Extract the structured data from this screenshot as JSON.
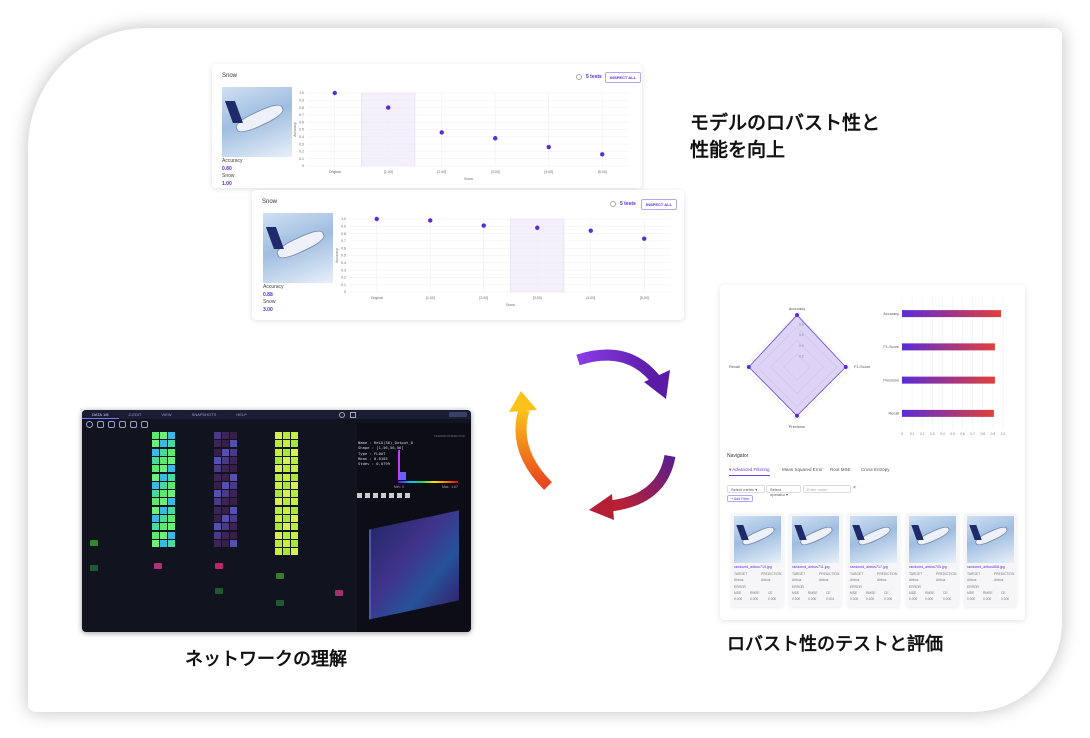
{
  "headings": {
    "robustness_performance": [
      "モデルのロバスト性と",
      "性能を向上"
    ],
    "robustness_testing": "ロバスト性のテストと評価",
    "network_understanding": "ネットワークの理解"
  },
  "colors": {
    "accent": "#5b2bd6",
    "highlight": "#f3effb",
    "arrow_top": "#6a1fb8",
    "arrow_left": "#f59e0b",
    "arrow_bottom": "#9b1c3a"
  },
  "test_cards": [
    {
      "title": "Snow",
      "tests": "5 tests",
      "inspect_label": "INSPECT ALL",
      "meta": {
        "k1": "Accuracy",
        "v1": "0.80",
        "k2": "Snow",
        "v2": "1.00"
      },
      "icon": "info-icon",
      "chart": {
        "type": "scatter",
        "xlabel": "Snow",
        "ylabel": "Accuracy",
        "categories": [
          "Original",
          "[1.00]",
          "[2.00]",
          "[3.00]",
          "[4.00]",
          "[5.00]"
        ],
        "values": [
          1.0,
          0.8,
          0.46,
          0.38,
          0.26,
          0.16
        ],
        "highlight": "[1.00]",
        "ylim": [
          0,
          1
        ],
        "yticks": [
          "0",
          "0.1",
          "0.2",
          "0.3",
          "0.4",
          "0.5",
          "0.6",
          "0.7",
          "0.8",
          "0.9",
          "1.0"
        ],
        "grid": true
      }
    },
    {
      "title": "Snow",
      "tests": "5 tests",
      "inspect_label": "INSPECT ALL",
      "meta": {
        "k1": "Accuracy",
        "v1": "0.88",
        "k2": "Snow",
        "v2": "3.00"
      },
      "icon": "info-icon",
      "chart": {
        "type": "scatter",
        "xlabel": "Snow",
        "ylabel": "Accuracy",
        "categories": [
          "Original",
          "[1.00]",
          "[2.00]",
          "[3.00]",
          "[4.00]",
          "[5.00]"
        ],
        "values": [
          1.0,
          0.98,
          0.91,
          0.88,
          0.84,
          0.73
        ],
        "highlight": "[3.00]",
        "ylim": [
          0,
          1
        ],
        "yticks": [
          "0",
          "0.1",
          "0.2",
          "0.3",
          "0.4",
          "0.5",
          "0.6",
          "0.7",
          "0.8",
          "0.9",
          "1.0"
        ],
        "grid": true
      }
    }
  ],
  "chart_data": [
    {
      "type": "radar",
      "categories": [
        "Accuracy",
        "F1-Score",
        "Precision",
        "Recall"
      ],
      "values": [
        0.98,
        0.92,
        0.92,
        0.91
      ],
      "rticks": [
        "0.2",
        "0.4",
        "0.6",
        "0.8"
      ]
    },
    {
      "type": "bar",
      "orientation": "horizontal",
      "categories": [
        "Accuracy",
        "F1-Score",
        "Precision",
        "Recall"
      ],
      "values": [
        0.98,
        0.92,
        0.92,
        0.91
      ],
      "xlim": [
        0,
        1
      ],
      "xticks": [
        "0",
        "0.1",
        "0.2",
        "0.3",
        "0.4",
        "0.5",
        "0.6",
        "0.7",
        "0.8",
        "0.9",
        "1.0"
      ],
      "grid": true
    }
  ],
  "navigator": {
    "title": "Navigator",
    "tabs": [
      "Advanced Filtering",
      "Mean Squared Error",
      "Root MSE",
      "Cross Entropy"
    ],
    "select_metric": "Select metric",
    "select_operator": "Select operator",
    "value_placeholder": "Enter value",
    "add_filter": "+ Add Filter",
    "labels": {
      "target": "TARGET",
      "prediction": "PREDICTION",
      "error": "ERROR",
      "mse": "MSE",
      "rmse": "RMSE",
      "ce": "CE"
    },
    "items": [
      {
        "file": "randomd_airbus714.jpg",
        "target": "Airbus",
        "prediction": "Airbus",
        "mse": "0.000",
        "rmse": "0.000",
        "ce": "0.000"
      },
      {
        "file": "randomd_airbus711.jpg",
        "target": "Airbus",
        "prediction": "Airbus",
        "mse": "0.000",
        "rmse": "0.000",
        "ce": "0.001"
      },
      {
        "file": "randomd_airbus717.jpg",
        "target": "Airbus",
        "prediction": "Airbus",
        "mse": "0.000",
        "rmse": "0.000",
        "ce": "0.000"
      },
      {
        "file": "randomd_airbus705.jpg",
        "target": "Airbus",
        "prediction": "Airbus",
        "mse": "0.000",
        "rmse": "0.000",
        "ce": "0.000"
      },
      {
        "file": "randomd_airbus808.jpg",
        "target": "Airbus",
        "prediction": "Airbus",
        "mse": "0.000",
        "rmse": "0.000",
        "ce": "0.000"
      }
    ]
  },
  "network_viewer": {
    "menu": [
      "DATA 1/8",
      "Z-EDIT",
      "VIEW",
      "SNAPSHOTS",
      "HELP"
    ],
    "inspector_title": "TENSOR INSPECTOR",
    "name": "Name : ReLU(36)_Output_0",
    "shape": "Shape : [1,56,56,56]",
    "type": "Type : FLOAT",
    "mean": "Mean : 0.0105",
    "stdev": "Stdev : 0.0799",
    "min": "Min : 0",
    "max": "Max : 1.67"
  }
}
